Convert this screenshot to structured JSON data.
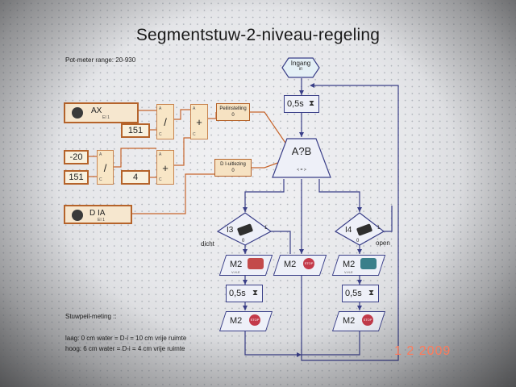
{
  "title": "Segmentstuw-2-niveau-regeling",
  "range_note": "Pot-meter range: 20-930",
  "start": {
    "label": "Ingang",
    "sub": "in"
  },
  "inputs": {
    "ax": {
      "label": "AX",
      "sub": "EI 1"
    },
    "dia": {
      "label": "D IA",
      "sub": "EI 1"
    }
  },
  "constants": {
    "c151_top": "151",
    "cm20": "-20",
    "c151_bottom": "151",
    "c4": "4"
  },
  "operators": {
    "divide_top": "/",
    "plus_top": "+",
    "divide_bottom": "/",
    "plus_bottom": "+"
  },
  "pin_labels": {
    "a": "A",
    "c": "C"
  },
  "variables": {
    "peil": {
      "label": "Peilinstelling",
      "value": "0"
    },
    "uitlezing": {
      "label": "D I-uitlezing",
      "value": "0"
    }
  },
  "wait_top": "0,5s",
  "compare": {
    "label": "A?B",
    "pins": "< = >"
  },
  "branches": {
    "left": {
      "input": "I3",
      "one": "1",
      "zero": "0",
      "side_label": "dicht"
    },
    "right": {
      "input": "I4",
      "one": "1",
      "zero": "0",
      "side_label": "open"
    }
  },
  "actions": {
    "m2_label": "M2",
    "motor_left_dir": "V-H-E",
    "motor_right_dir": "V-H-E",
    "stop_text": "STOP",
    "wait_left": "0,5s",
    "wait_right": "0,5s"
  },
  "notes": {
    "heading": "Stuwpeil-meting ::",
    "line1": "laag: 0 cm water = D-i = 10 cm vrije ruimte",
    "line2": "hoog: 6 cm water = D-i = 4 cm vrije ruimte"
  },
  "date_stamp": "1 2 2009",
  "colors": {
    "orange_wire": "#c7652c",
    "blue_wire": "#3a3f88",
    "date": "#ff7a5a"
  },
  "icons": [
    "sensor-icon",
    "hourglass-icon",
    "motor-icon",
    "stop-icon"
  ]
}
